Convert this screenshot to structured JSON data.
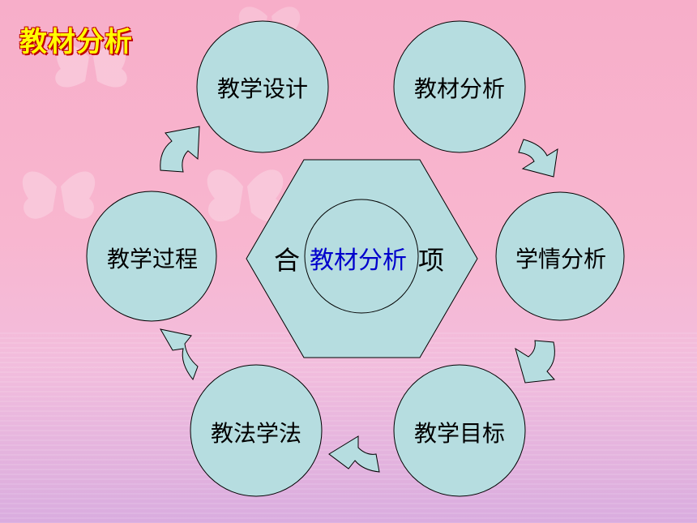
{
  "slide": {
    "title": "教材分析",
    "center": {
      "label": "教材分析",
      "hex_left_char": "合",
      "hex_right_char": "项"
    },
    "nodes": [
      {
        "id": "design",
        "label": "教学设计"
      },
      {
        "id": "material",
        "label": "教材分析"
      },
      {
        "id": "learner",
        "label": "学情分析"
      },
      {
        "id": "objective",
        "label": "教学目标"
      },
      {
        "id": "method",
        "label": "教法学法"
      },
      {
        "id": "process",
        "label": "教学过程"
      }
    ]
  },
  "colors": {
    "circle_fill": "#b6dde0",
    "stroke": "#000000",
    "hex_fill": "#b6dde0",
    "title_text": "#ffff00",
    "title_shadow": "#c00000",
    "center_text": "#0000cc"
  },
  "icons": [
    "butterfly-watermark",
    "curved-arrow"
  ]
}
